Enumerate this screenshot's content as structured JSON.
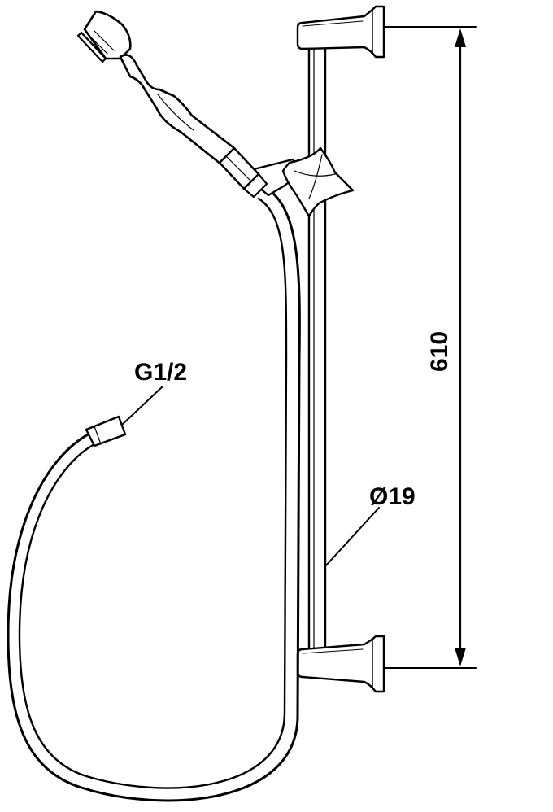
{
  "labels": {
    "height_dimension": "610",
    "bar_diameter": "Ø19",
    "hose_thread": "G1/2"
  },
  "colors": {
    "line": "#000000",
    "background": "#ffffff"
  }
}
